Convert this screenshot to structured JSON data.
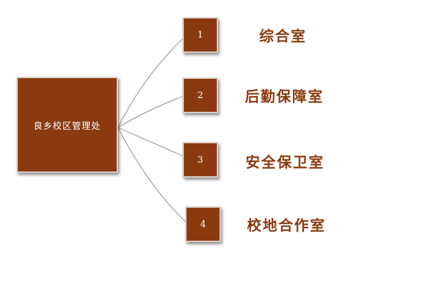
{
  "diagram": {
    "root": {
      "label": "良乡校区管理处"
    },
    "children": [
      {
        "number": "1",
        "label": "综合室"
      },
      {
        "number": "2",
        "label": "后勤保障室"
      },
      {
        "number": "3",
        "label": "安全保卫室"
      },
      {
        "number": "4",
        "label": "校地合作室"
      }
    ]
  }
}
